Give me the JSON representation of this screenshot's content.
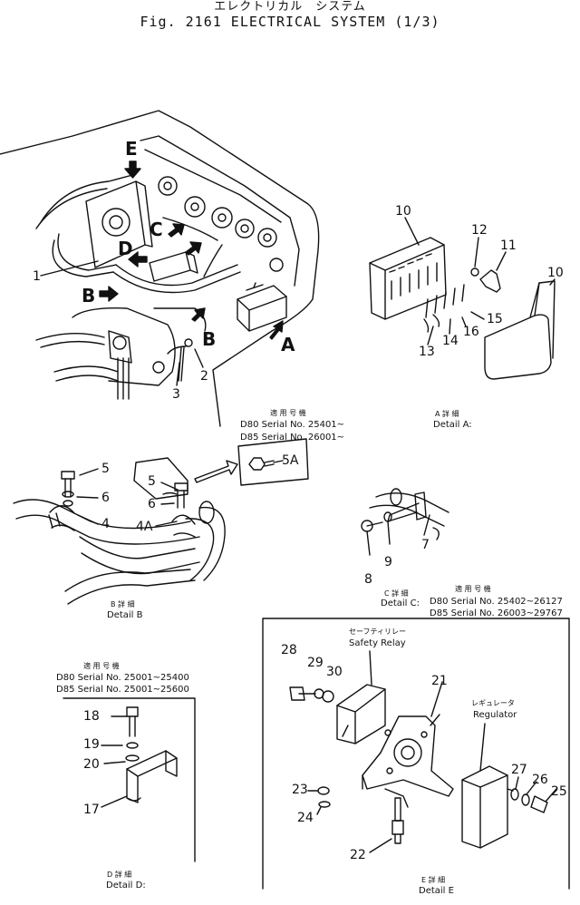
{
  "title": {
    "jp": "エレクトリカル　システム",
    "main": "Fig. 2161  ELECTRICAL  SYSTEM  (1/3)"
  },
  "view_letters": [
    "E",
    "B",
    "D",
    "C",
    "A",
    "B"
  ],
  "main_callouts": [
    "1",
    "2",
    "3"
  ],
  "detail_a": {
    "callouts": [
      "10",
      "12",
      "11",
      "10",
      "15",
      "16",
      "14",
      "13"
    ],
    "label_jp": "A 詳 細",
    "label": "Detail A:"
  },
  "serial_top": {
    "jp": "適 用 号 機",
    "lines": [
      "D80 Serial No. 25401~",
      "D85 Serial No. 26001~"
    ]
  },
  "detail_b": {
    "callouts": [
      "5",
      "6",
      "4",
      "5",
      "6",
      "4A",
      "5A"
    ],
    "label_jp": "B 詳 細",
    "label": "Detail B"
  },
  "detail_c": {
    "callouts": [
      "7",
      "9",
      "8"
    ],
    "label_jp": "C 詳 細",
    "label": "Detail C:",
    "serial_jp": "適 用 号 機",
    "serial_lines": [
      "D80 Serial No. 25402~26127",
      "D85 Serial No. 26003~29767"
    ]
  },
  "detail_d": {
    "serial_jp": "適 用 号 機",
    "serial_lines": [
      "D80 Serial No. 25001~25400",
      "D85 Serial No. 25001~25600"
    ],
    "callouts": [
      "18",
      "19",
      "20",
      "17"
    ],
    "label_jp": "D 詳 細",
    "label": "Detail D:"
  },
  "detail_e": {
    "safety_relay_jp": "セーフティリレー",
    "safety_relay": "Safety Relay",
    "regulator_jp": "レギュレータ",
    "regulator": "Regulator",
    "callouts": [
      "28",
      "29",
      "30",
      "21",
      "27",
      "26",
      "25",
      "23",
      "24",
      "22"
    ],
    "label_jp": "E 詳 細",
    "label": "Detail E"
  }
}
